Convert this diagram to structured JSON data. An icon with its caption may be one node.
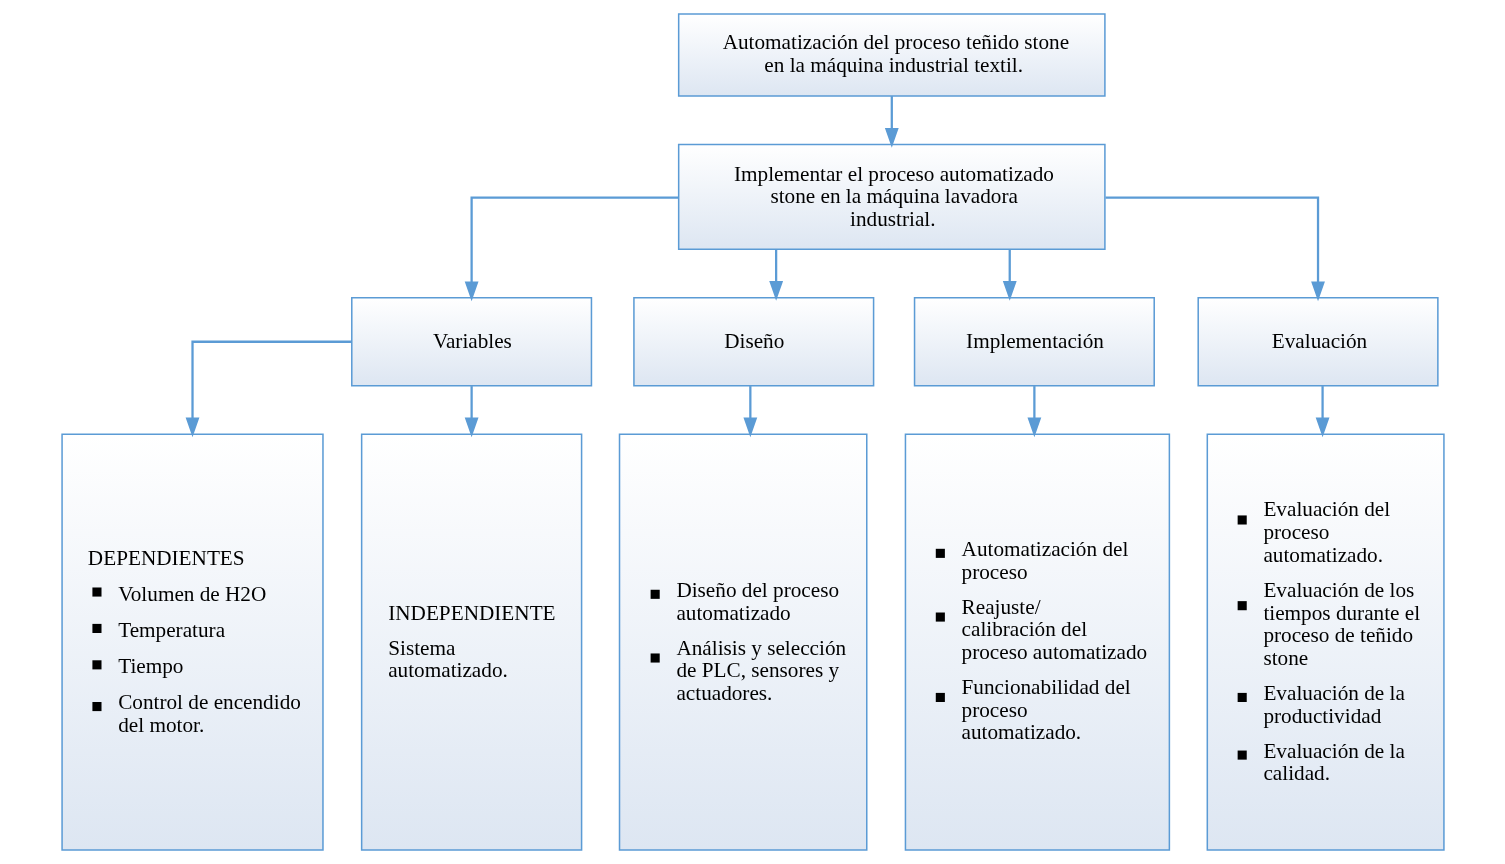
{
  "diagram": {
    "nodes": [
      {
        "text": [
          "Automatización del proceso teñido stone en la máquina industrial textil."
        ]
      },
      {
        "text": [
          "Implementar el proceso automatizado stone en la máquina lavadora industrial."
        ]
      },
      {
        "text": [
          "Variables"
        ]
      },
      {
        "text": [
          "Diseño"
        ]
      },
      {
        "text": [
          "Implementación"
        ]
      },
      {
        "text": [
          "Evaluación"
        ]
      },
      {
        "text": [
          "DEPENDIENTES",
          "Volumen de H2O",
          "Temperatura",
          "Tiempo",
          "Control de encendido del motor."
        ]
      },
      {
        "text": [
          "INDEPENDIENTE",
          "Sistema automatizado."
        ]
      },
      {
        "text": [
          "Diseño del proceso automatizado",
          "Análisis y selección de PLC, sensores y actuadores."
        ]
      },
      {
        "text": [
          "Automatización del proceso",
          "Reajuste/ calibración del proceso automatizado",
          "Funcionabilidad del proceso automatizado."
        ]
      },
      {
        "text": [
          "Evaluación del proceso automatizado.",
          "Evaluación de los tiempos durante el proceso de teñido stone",
          "Evaluación de la productividad",
          "Evaluación de la calidad."
        ]
      }
    ],
    "edges": [
      {
        "from": 0,
        "to": 1,
        "arrow": "to"
      },
      {
        "from": 1,
        "to": 2,
        "arrow": "to"
      },
      {
        "from": 1,
        "to": 3,
        "arrow": "to"
      },
      {
        "from": 1,
        "to": 4,
        "arrow": "to"
      },
      {
        "from": 1,
        "to": 5,
        "arrow": "to"
      },
      {
        "from": 2,
        "to": 6,
        "arrow": "to"
      },
      {
        "from": 2,
        "to": 7,
        "arrow": "to"
      },
      {
        "from": 3,
        "to": 8,
        "arrow": "to"
      },
      {
        "from": 4,
        "to": 9,
        "arrow": "to"
      },
      {
        "from": 5,
        "to": 10,
        "arrow": "to"
      }
    ]
  }
}
